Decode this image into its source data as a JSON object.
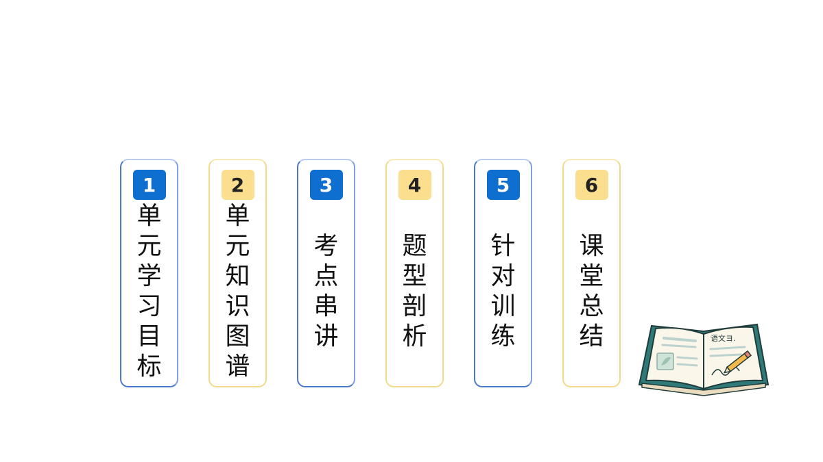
{
  "menu": {
    "items": [
      {
        "number": "1",
        "label": "单元学习目标",
        "style": "blue"
      },
      {
        "number": "2",
        "label": "单元知识图谱",
        "style": "yellow"
      },
      {
        "number": "3",
        "label": "考点串讲",
        "style": "blue"
      },
      {
        "number": "4",
        "label": "题型剖析",
        "style": "yellow"
      },
      {
        "number": "5",
        "label": "针对训练",
        "style": "blue"
      },
      {
        "number": "6",
        "label": "课堂总结",
        "style": "yellow"
      }
    ]
  },
  "illustration": {
    "icon": "open-book-icon",
    "page_text": "语文ヨ."
  },
  "colors": {
    "blue_badge": "#0f6fd1",
    "yellow_badge": "#fbde8e",
    "blue_border": "#4a78cc",
    "yellow_border": "#f3d98a"
  }
}
